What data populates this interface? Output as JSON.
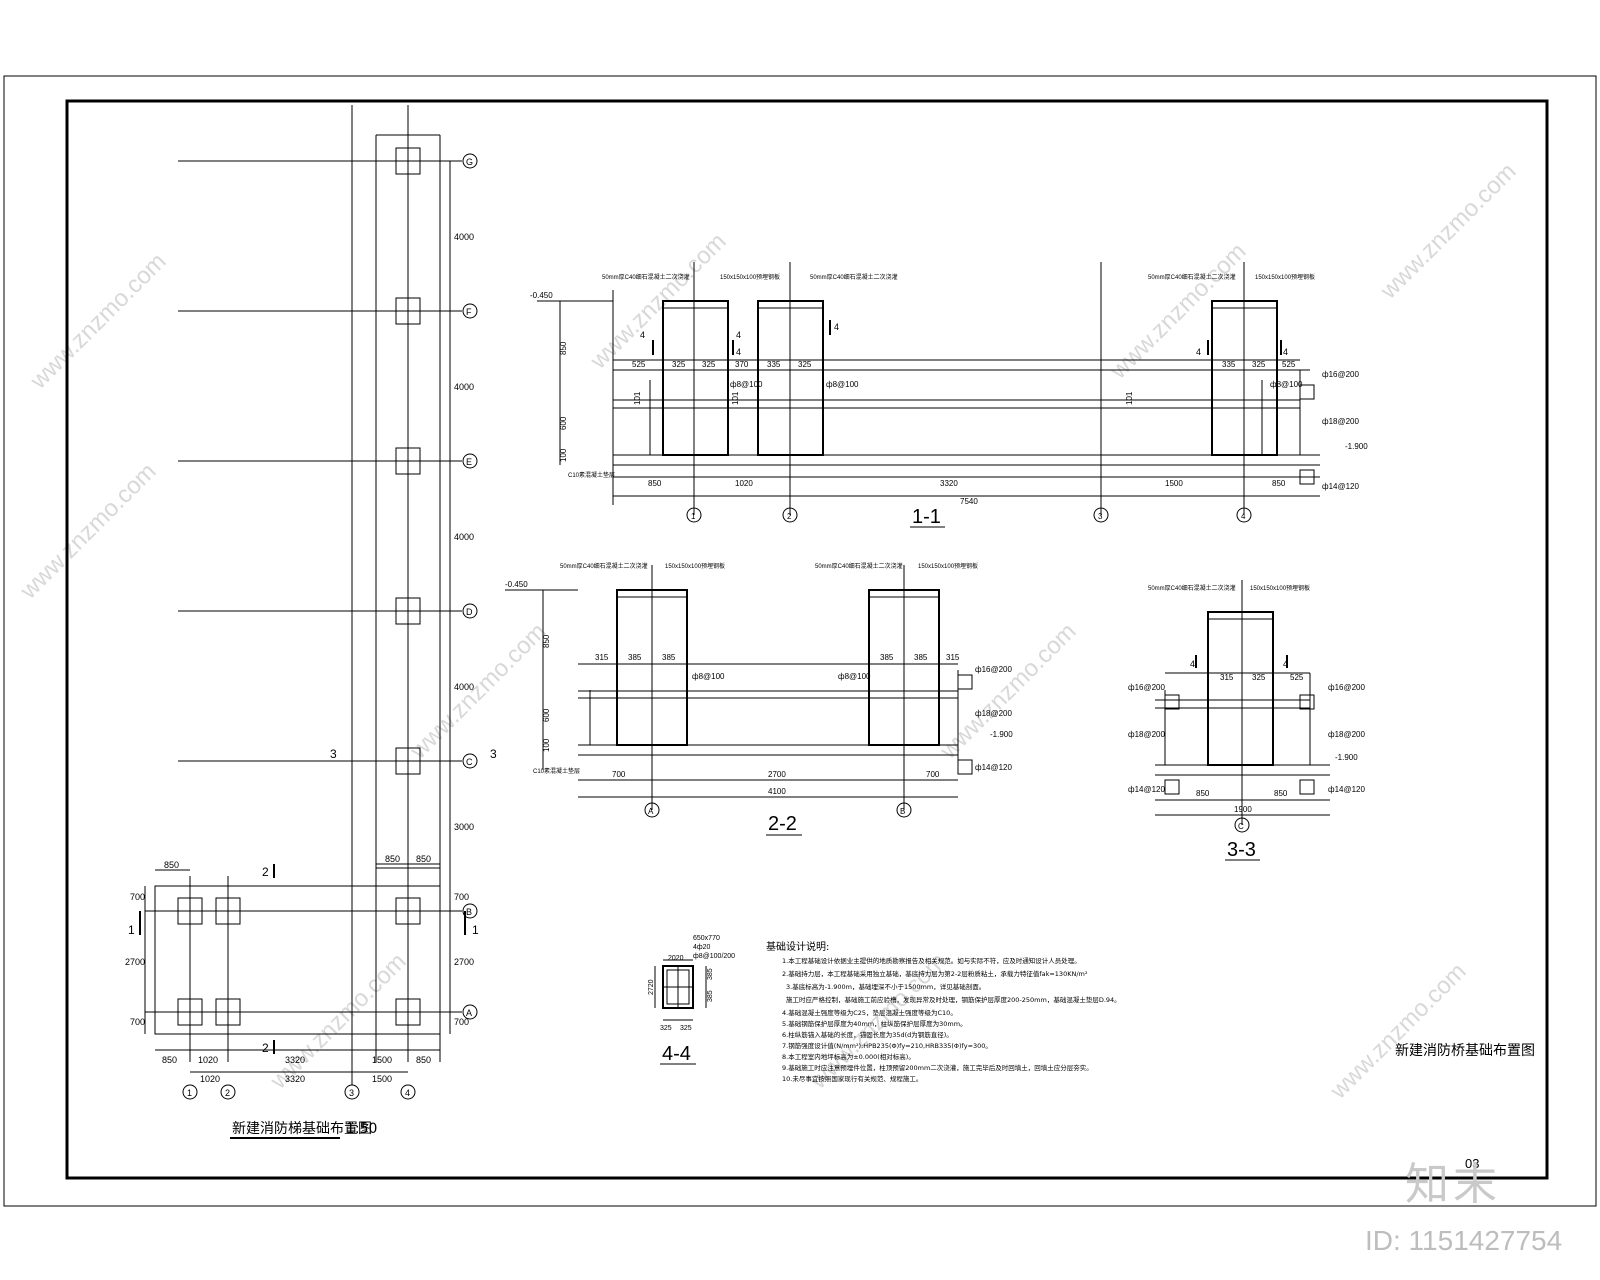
{
  "watermark": "www.znzmo.com",
  "logo_text": "知末",
  "id_label": "ID: 1151427754",
  "sheet_no": "03",
  "sheet_title": "新建消防桥基础布置图",
  "plan": {
    "title": "新建消防梯基础布置图",
    "scale": "1:50",
    "axis_letters": [
      "G",
      "F",
      "E",
      "D",
      "C",
      "B",
      "A"
    ],
    "axis_numbers": [
      "1",
      "2",
      "3",
      "4"
    ],
    "vert_dims": [
      "4000",
      "4000",
      "4000",
      "4000",
      "3000"
    ],
    "left_dims": [
      "700",
      "2700",
      "700"
    ],
    "right_dims": [
      "700",
      "2700",
      "700"
    ],
    "top_dim": "850",
    "col_dims_a": [
      "850",
      "850"
    ],
    "bottom_dims_row1": [
      "850",
      "1020",
      "3320",
      "1500",
      "850"
    ],
    "bottom_dims_row2": [
      "1020",
      "3320",
      "1500"
    ],
    "section_marks": [
      "1",
      "2",
      "3"
    ]
  },
  "sections": {
    "s11": {
      "title": "1-1",
      "elev_top": "-0.450",
      "elev_bot": "-1.900",
      "note_cap": "50mm厚C40细石混凝土二次浇灌",
      "note_plate": "150x150x100预埋钢板",
      "cushion": "C10素混凝土垫层",
      "rebar": [
        "ф8@100",
        "ф16@200",
        "ф18@200",
        "ф14@120"
      ],
      "vert_dims": [
        "850",
        "600",
        "100"
      ],
      "top_dims": [
        "525",
        "325",
        "325",
        "370",
        "335",
        "325",
        "335",
        "325",
        "525"
      ],
      "bottom_dims": [
        "850",
        "1020",
        "3320",
        "1500",
        "850"
      ],
      "total": "7540",
      "small_dim": "101",
      "cut_mark": "4",
      "axes": [
        "1",
        "2",
        "3",
        "4"
      ]
    },
    "s22": {
      "title": "2-2",
      "elev_top": "-0.450",
      "elev_bot": "-1.900",
      "note_cap": "50mm厚C40细石混凝土二次浇灌",
      "note_plate": "150x150x100预埋钢板",
      "cushion": "C10素混凝土垫层",
      "rebar": [
        "ф8@100",
        "ф16@200",
        "ф18@200",
        "ф14@120"
      ],
      "vert_dims": [
        "850",
        "600",
        "100"
      ],
      "top_dims": [
        "315",
        "385",
        "385",
        "385",
        "385",
        "315"
      ],
      "bottom_dims": [
        "700",
        "2700",
        "700"
      ],
      "total": "4100",
      "axes": [
        "A",
        "B"
      ]
    },
    "s33": {
      "title": "3-3",
      "elev_bot": "-1.900",
      "note_cap": "50mm厚C40细石混凝土二次浇灌",
      "note_plate": "150x150x100预埋钢板",
      "rebar": [
        "ф16@200",
        "ф18@200",
        "ф14@120"
      ],
      "top_dims": [
        "315",
        "325",
        "525"
      ],
      "bottom_dims": [
        "850",
        "850"
      ],
      "total": "1900",
      "cut_mark": "4",
      "axis": "C"
    },
    "s44": {
      "title": "4-4",
      "dims": [
        "2020",
        "325",
        "325",
        "2720",
        "385",
        "385"
      ],
      "rebar": [
        "650x770",
        "4ф20",
        "ф8@100/200"
      ]
    }
  },
  "notes": {
    "heading": "基础设计说明:",
    "lines": [
      "1.本工程基础设计依据业主提供的地质勘察报告及相关规范。如与实际不符，应及时通知设计人员处理。",
      "2.基础持力层，本工程基础采用独立基础，基底持力层为第2-2层粉质粘土，承载力特征值fak=130KN/m²",
      "3.基底标高为-1.900m，基础埋深不小于1500mm，详见基础剖面。",
      "  施工时应严格控制，基础施工前应验槽，发现异常及时处理，钢筋保护层厚度200-250mm，基础混凝土垫层D.94。",
      "4.基础混凝土强度等级为C25，垫层混凝土强度等级为C10。",
      "5.基础钢筋保护层厚度为40mm，柱纵筋保护层厚度为30mm。",
      "6.柱纵筋锚入基础的长度，锚固长度为35d(d为钢筋直径)。",
      "7.钢筋强度设计值(N/mm²):HPB235(Φ)fy=210,HRB335(Φ)fy=300。",
      "8.本工程室内地坪标高为±0.000(相对标高)。",
      "9.基础施工时应注意预埋件位置，柱顶预留200mm二次浇灌，施工完毕后及时回填土，回填土应分层夯实。",
      "10.未尽事宜按照国家现行有关规范、规程施工。"
    ]
  }
}
